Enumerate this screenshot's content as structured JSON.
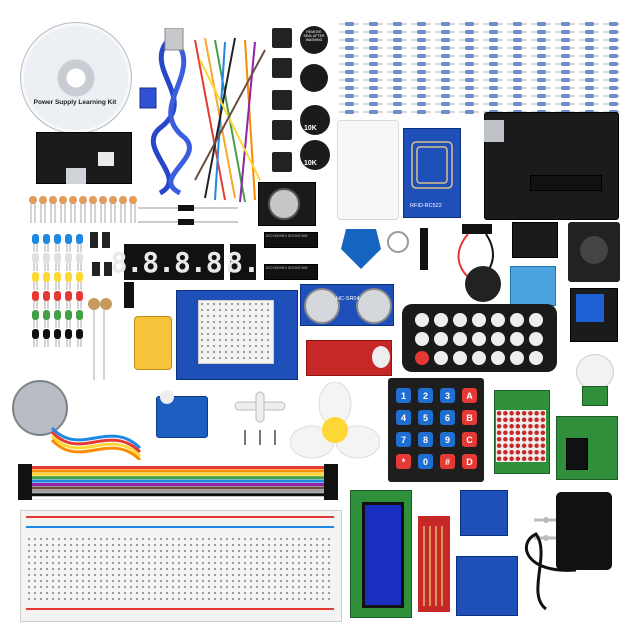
{
  "photo": {
    "cd_label": "Power Supply Learning Kit",
    "display_4digit": "8.8.8.8.",
    "display_1digit": "8.",
    "knob_label_1": "10K",
    "knob_label_2": "10K",
    "rfid_label": "RFID-RC522",
    "ultrasonic_label": "HC-SR04",
    "keypad_keys": [
      "1",
      "2",
      "3",
      "A",
      "4",
      "5",
      "6",
      "B",
      "7",
      "8",
      "9",
      "C",
      "*",
      "0",
      "#",
      "D"
    ],
    "shift_register_1": "81CVMVHE4 SN74HC595",
    "shift_register_2": "81CVMVHE4 SN74HC595",
    "buzzer_sticker": "REMOVE SEAL AFTER WASHING"
  }
}
